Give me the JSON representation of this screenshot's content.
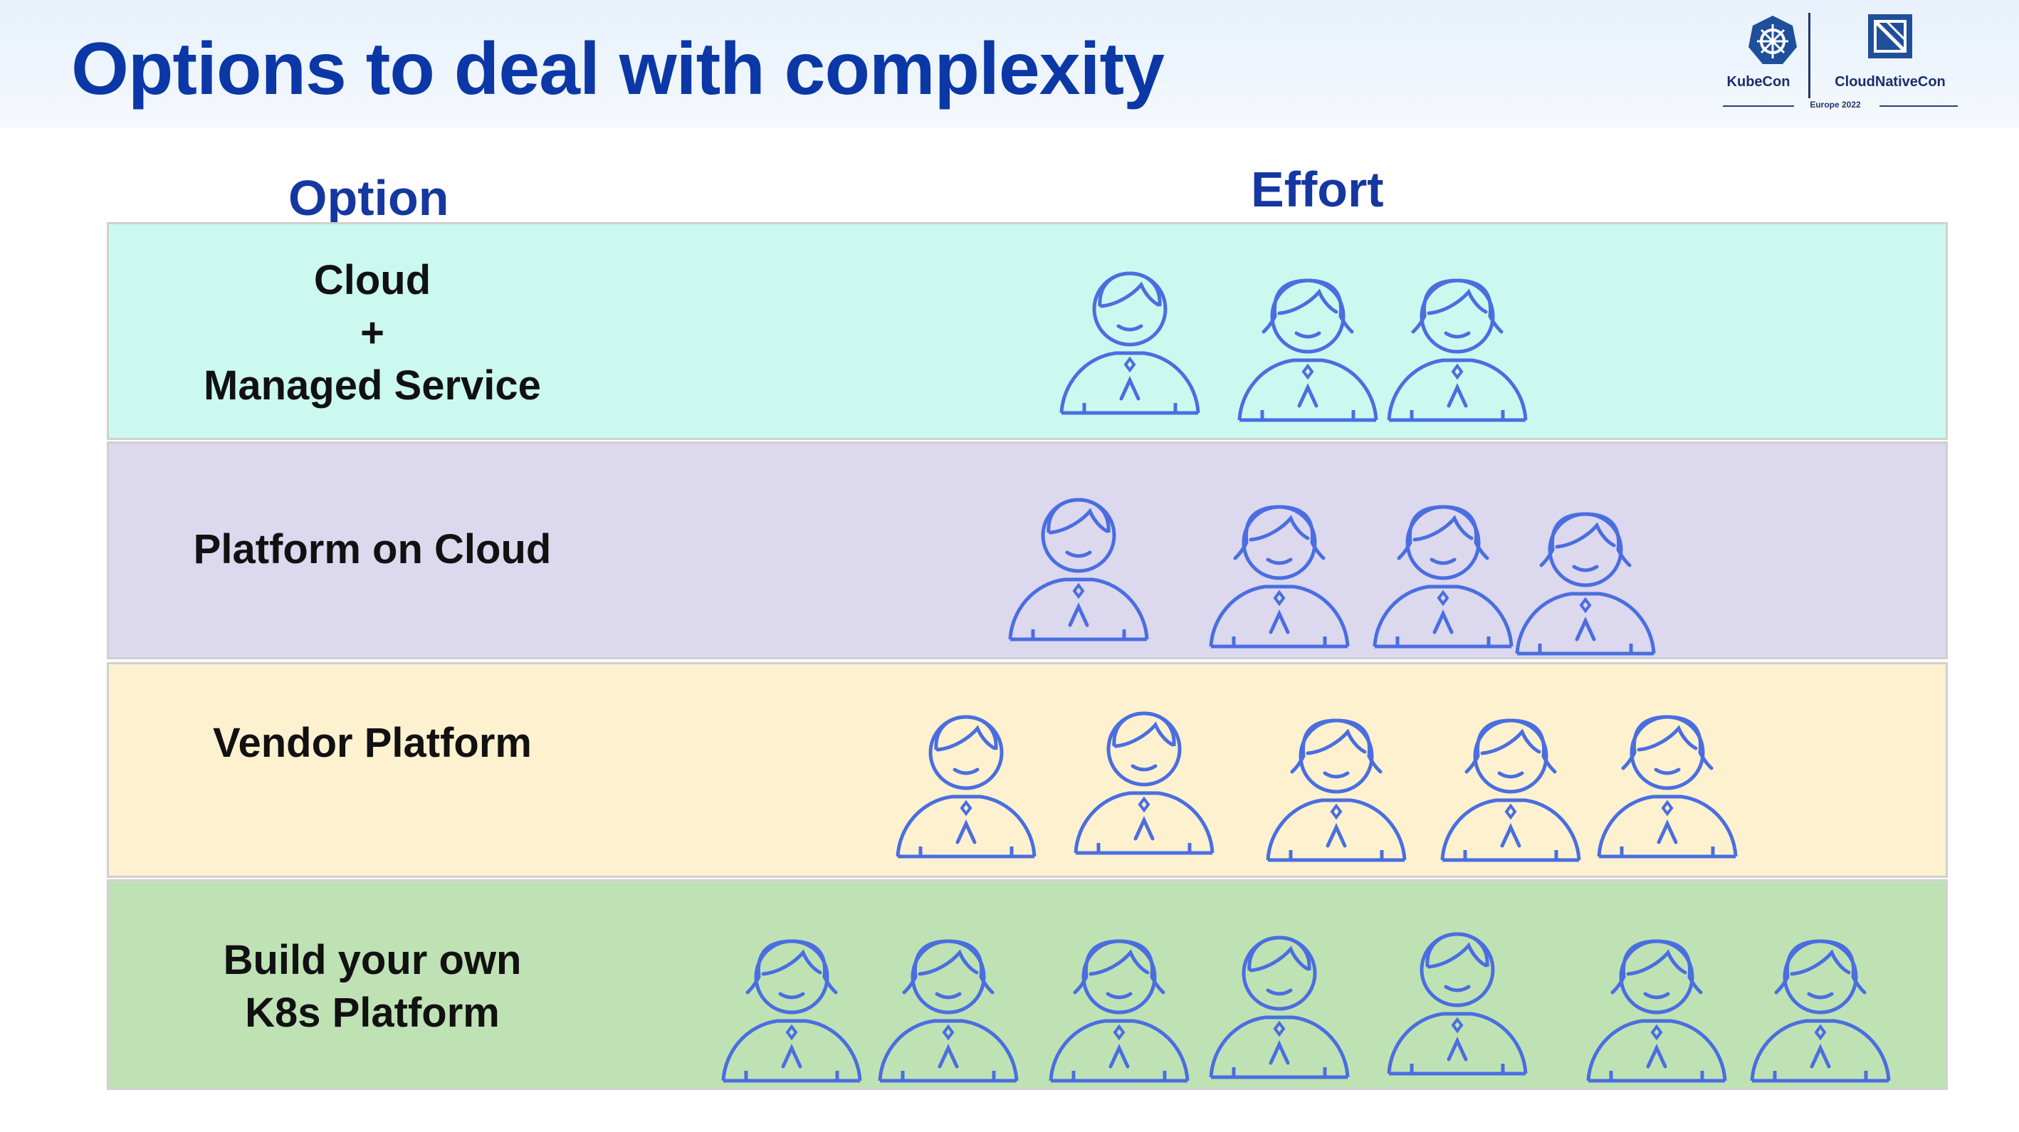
{
  "title": "Options to deal with complexity",
  "logos": {
    "kubecon": "KubeCon",
    "cloudnativecon": "CloudNativeCon",
    "event": "Europe 2022"
  },
  "columns": {
    "option": "Option",
    "effort": "Effort"
  },
  "rows": [
    {
      "label_lines": [
        "Cloud",
        "+",
        "Managed Service"
      ],
      "effort_people": 3,
      "color": "#cbf9ef"
    },
    {
      "label_lines": [
        "Platform on Cloud"
      ],
      "effort_people": 4,
      "color": "#dcd8ee"
    },
    {
      "label_lines": [
        "Vendor Platform"
      ],
      "effort_people": 5,
      "color": "#fdf1d0"
    },
    {
      "label_lines": [
        "Build your own",
        "K8s Platform"
      ],
      "effort_people": 7,
      "color": "#bfe2b5"
    }
  ],
  "icon_color": "#4a6ee0"
}
